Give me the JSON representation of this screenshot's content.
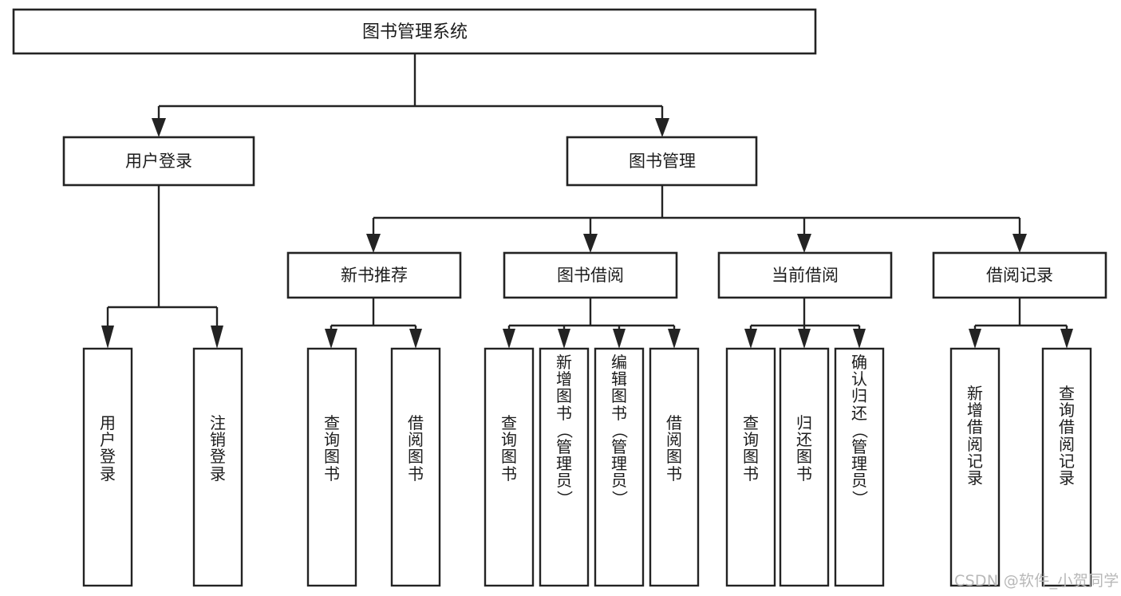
{
  "diagram": {
    "type": "tree",
    "title": "图书管理系统",
    "orientation": "top-down",
    "colors": {
      "stroke": "#232323",
      "fill": "#ffffff",
      "text": "#1c1c1c",
      "watermark": "#b8b8b8",
      "background": "#ffffff"
    },
    "root": {
      "id": "root",
      "label": "图书管理系统"
    },
    "level2": [
      {
        "id": "user-login",
        "label": "用户登录"
      },
      {
        "id": "book-management",
        "label": "图书管理"
      }
    ],
    "level3": [
      {
        "id": "new-book-recommend",
        "label": "新书推荐",
        "parent": "book-management"
      },
      {
        "id": "book-borrow",
        "label": "图书借阅",
        "parent": "book-management"
      },
      {
        "id": "current-borrow",
        "label": "当前借阅",
        "parent": "book-management"
      },
      {
        "id": "borrow-record",
        "label": "借阅记录",
        "parent": "book-management"
      }
    ],
    "leaves": {
      "user-login": [
        {
          "id": "leaf-user-login",
          "label": "用户登录"
        },
        {
          "id": "leaf-logout",
          "label": "注销登录"
        }
      ],
      "new-book-recommend": [
        {
          "id": "leaf-query-book-1",
          "label": "查询图书"
        },
        {
          "id": "leaf-borrow-book-1",
          "label": "借阅图书"
        }
      ],
      "book-borrow": [
        {
          "id": "leaf-query-book-2",
          "label": "查询图书"
        },
        {
          "id": "leaf-add-book-admin",
          "label": "新增图书（管理员）"
        },
        {
          "id": "leaf-edit-book-admin",
          "label": "编辑图书（管理员）"
        },
        {
          "id": "leaf-borrow-book-2",
          "label": "借阅图书"
        }
      ],
      "current-borrow": [
        {
          "id": "leaf-query-book-3",
          "label": "查询图书"
        },
        {
          "id": "leaf-return-book",
          "label": "归还图书"
        },
        {
          "id": "leaf-confirm-return-admin",
          "label": "确认归还（管理员）"
        }
      ],
      "borrow-record": [
        {
          "id": "leaf-add-borrow-record",
          "label": "新增借阅记录"
        },
        {
          "id": "leaf-query-borrow-record",
          "label": "查询借阅记录"
        }
      ]
    }
  },
  "watermark": {
    "text": "CSDN @软件_小贺同学"
  }
}
